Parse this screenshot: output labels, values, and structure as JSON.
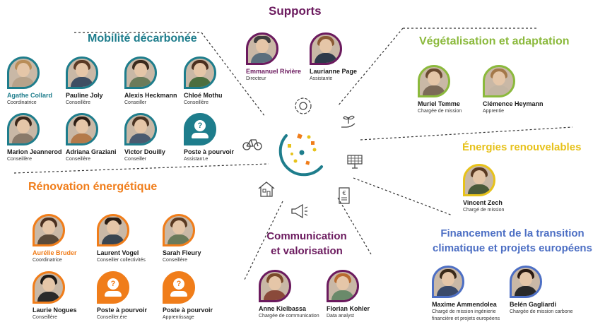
{
  "colors": {
    "teal": "#1e7d8c",
    "orange": "#f07d1a",
    "purple": "#6b1a5e",
    "green": "#8bb93c",
    "yellow": "#e7c21b",
    "blue": "#4d6fc4"
  },
  "icons": {
    "center": "logo-icon",
    "supports": "gear-icon",
    "vegetalisation": "plant-in-hand-icon",
    "mobilite": "bicycle-icon",
    "energies": "solar-panel-icon",
    "renovation": "house-icon",
    "financement": "document-euro-icon",
    "communication": "megaphone-icon"
  },
  "sections": {
    "supports": {
      "title": "Supports",
      "people": [
        {
          "name": "Emmanuel Rivière",
          "role": "Directeur"
        },
        {
          "name": "Laurianne Page",
          "role": "Assistante"
        }
      ]
    },
    "mobilite": {
      "title": "Mobilité décarbonée",
      "people": [
        {
          "name": "Agathe Collard",
          "role": "Coordinatrice"
        },
        {
          "name": "Pauline Joly",
          "role": "Conseillère"
        },
        {
          "name": "Alexis Heckmann",
          "role": "Conseiller"
        },
        {
          "name": "Chloé Mothu",
          "role": "Conseillère"
        },
        {
          "name": "Marion Jeannerod",
          "role": "Conseillère"
        },
        {
          "name": "Adriana Graziani",
          "role": "Conseillère"
        },
        {
          "name": "Victor Douilly",
          "role": "Conseiller"
        },
        {
          "name": "Poste à pourvoir",
          "role": "Assistant.e"
        }
      ]
    },
    "vegetalisation": {
      "title": "Végétalisation et adaptation",
      "people": [
        {
          "name": "Muriel Temme",
          "role": "Chargée de mission"
        },
        {
          "name": "Clémence Heymann",
          "role": "Apprentie"
        }
      ]
    },
    "energies": {
      "title": "Énergies renouvelables",
      "people": [
        {
          "name": "Vincent Zech",
          "role": "Chargé de mission"
        }
      ]
    },
    "renovation": {
      "title": "Rénovation énergétique",
      "people": [
        {
          "name": "Aurélie Bruder",
          "role": "Coordinatrice"
        },
        {
          "name": "Laurent Vogel",
          "role": "Conseiller collectivités"
        },
        {
          "name": "Sarah Fleury",
          "role": "Conseillère"
        },
        {
          "name": "Laurie Nogues",
          "role": "Conseillère"
        },
        {
          "name": "Poste à pourvoir",
          "role": "Conseiller.ère"
        },
        {
          "name": "Poste à pourvoir",
          "role": "Apprentissage"
        }
      ]
    },
    "communication": {
      "title_line1": "Communication",
      "title_line2": "et valorisation",
      "people": [
        {
          "name": "Anne Kielbassa",
          "role": "Chargée de communication"
        },
        {
          "name": "Florian Kohler",
          "role": "Data analyst"
        }
      ]
    },
    "financement": {
      "title_line1": "Financement de la transition",
      "title_line2": "climatique et projets européens",
      "people": [
        {
          "name": "Maxime Ammendolea",
          "role_line1": "Chargé de mission ingénierie",
          "role_line2": "financière et projets européens"
        },
        {
          "name": "Belén Gagliardi",
          "role": "Chargée de mission carbone"
        }
      ]
    }
  }
}
